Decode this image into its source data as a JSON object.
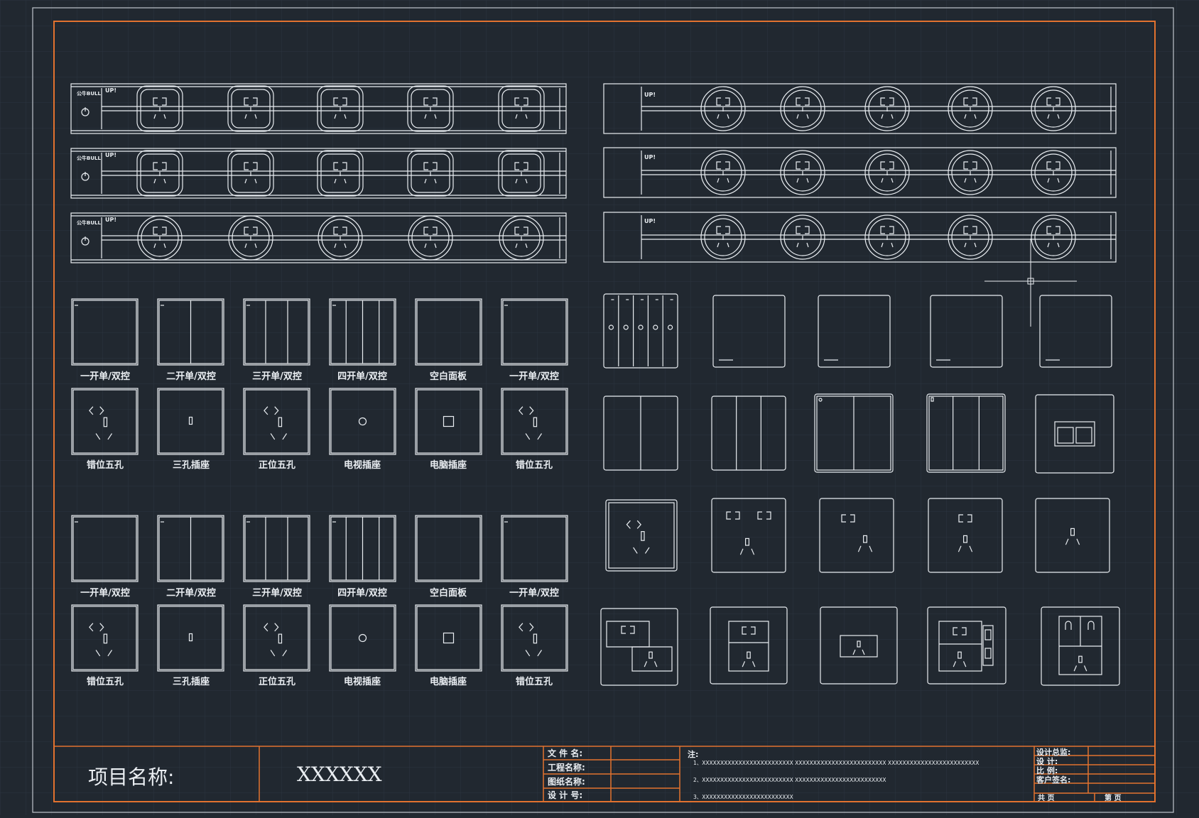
{
  "colors": {
    "background": "#212830",
    "grid": "#2c353f",
    "frame": "#e2722f",
    "line": "#eaeef2"
  },
  "strip_brand": "UP!",
  "strip_logo": "公牛BULL",
  "panel_groups": [
    {
      "switch_labels": [
        "一开单/双控",
        "二开单/双控",
        "三开单/双控",
        "四开单/双控",
        "空白面板",
        "一开单/双控"
      ],
      "socket_labels": [
        "错位五孔",
        "三孔插座",
        "正位五孔",
        "电视插座",
        "电脑插座",
        "错位五孔"
      ]
    },
    {
      "switch_labels": [
        "一开单/双控",
        "二开单/双控",
        "三开单/双控",
        "四开单/双控",
        "空白面板",
        "一开单/双控"
      ],
      "socket_labels": [
        "错位五孔",
        "三孔插座",
        "正位五孔",
        "电视插座",
        "电脑插座",
        "错位五孔"
      ]
    }
  ],
  "title_block": {
    "project_label": "项目名称:",
    "project_value": "XXXXXX",
    "fields": [
      "文 件 名:",
      "工程名称:",
      "图纸名称:",
      "设 计 号:"
    ],
    "notes_label": "注:",
    "notes": [
      "1、XXXXXXXXXXXXXXXXXXXXXXXXX   XXXXXXXXXXXXXXXXXXXXXXXXX   XXXXXXXXXXXXXXXXXXXXXXXXX",
      "2、XXXXXXXXXXXXXXXXXXXXXXXXX   XXXXXXXXXXXXXXXXXXXXXXXXX",
      "3、XXXXXXXXXXXXXXXXXXXXXXXXX"
    ],
    "sign_fields": [
      "设计总监:",
      "设    计:",
      "比    例:",
      "客户签名:"
    ],
    "page_total": "共        页",
    "page_current": "第        页"
  }
}
